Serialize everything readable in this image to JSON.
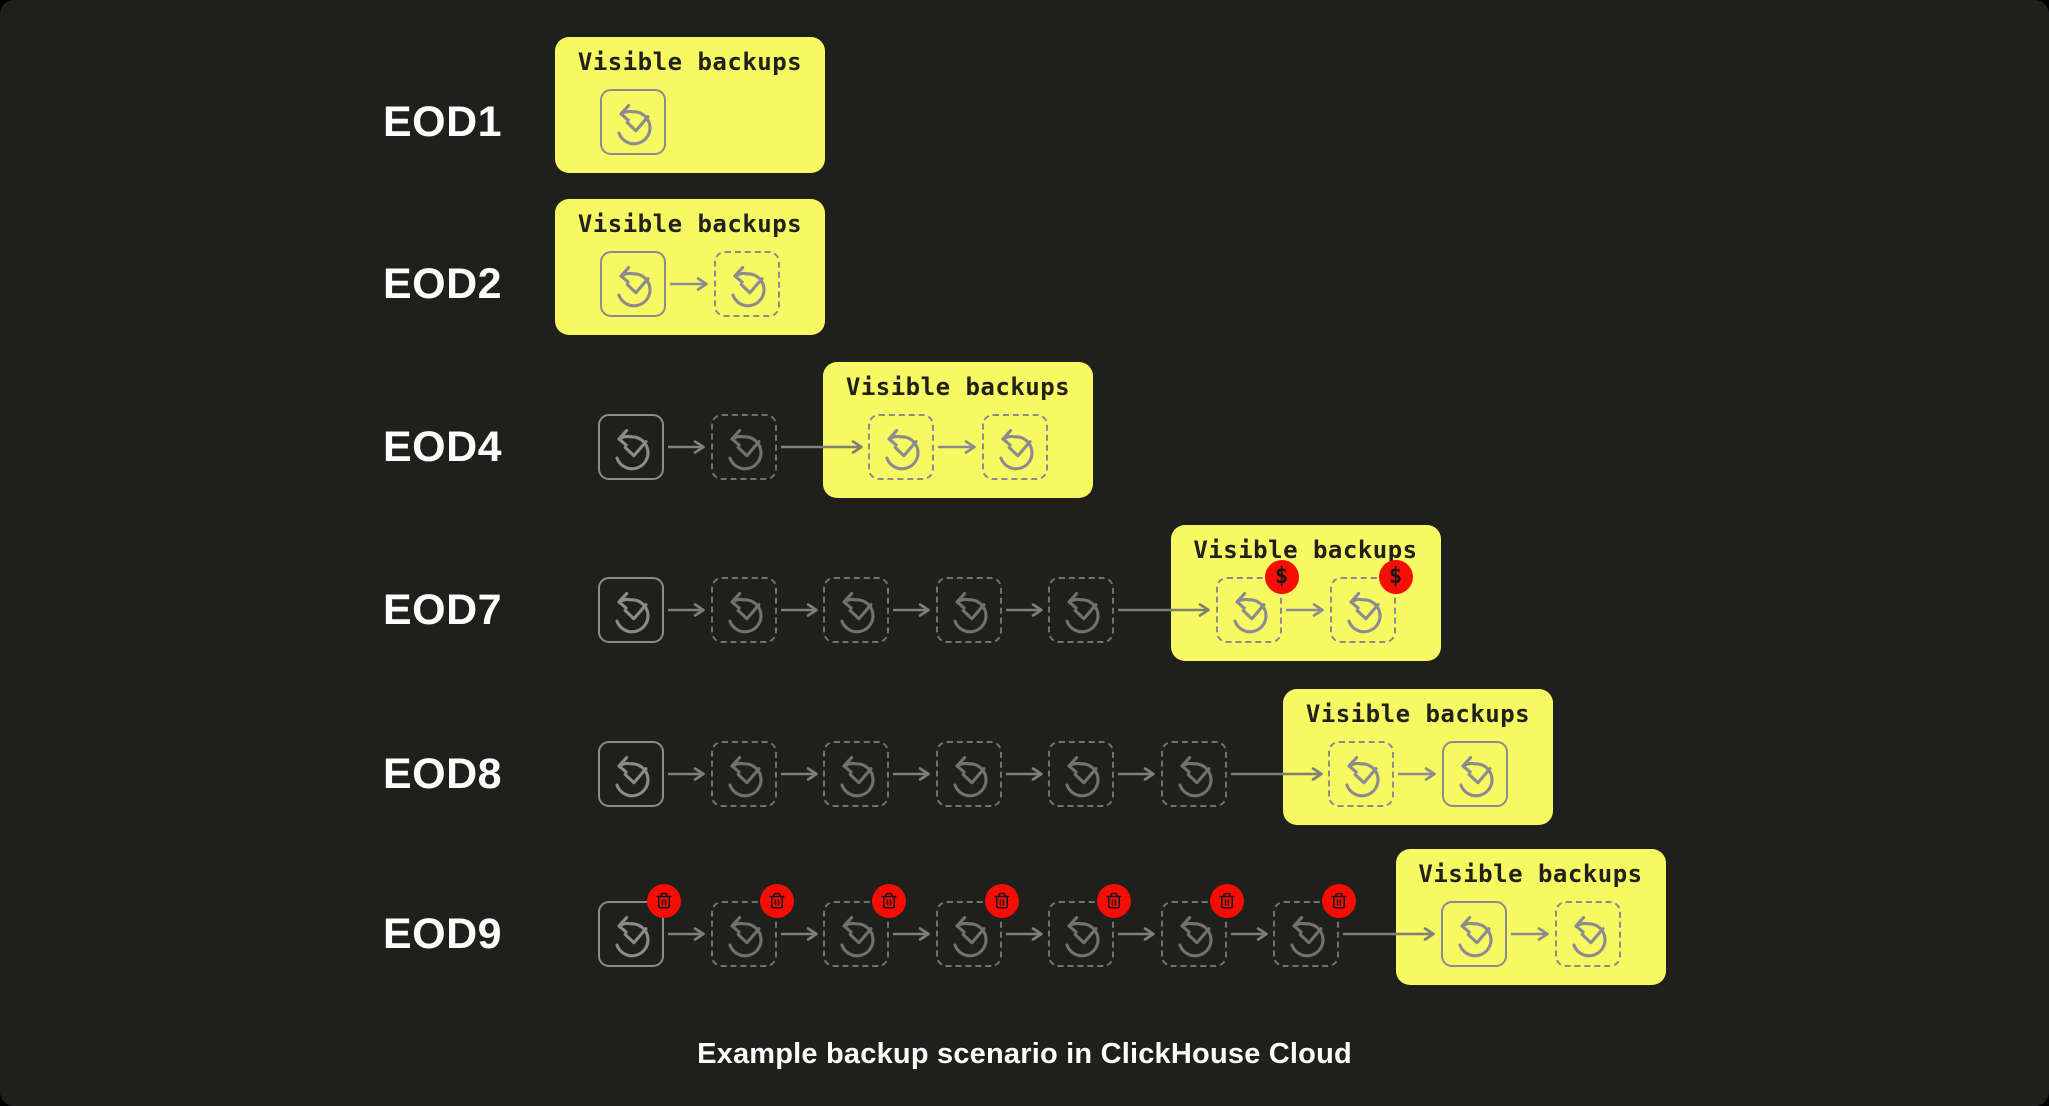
{
  "caption": "Example backup scenario in ClickHouse Cloud",
  "visible_backups_label": "Visible backups",
  "dollar_glyph": "$",
  "colors": {
    "background": "#1f1f1b",
    "highlight_yellow": "#f7f963",
    "badge_red": "#f60e06",
    "badge_glyph_dark": "#141414",
    "icon_solid_on_dark": "#8c8c84",
    "icon_dashed_on_dark": "#72726b",
    "icon_on_yellow": "#8b8b90",
    "arrow_on_dark": "#7f7f77",
    "arrow_on_yellow": "#8b8b90",
    "label_white": "#fcfcfc",
    "box_title_dark": "#21211b"
  },
  "rows": [
    {
      "label": "EOD1",
      "icons": [
        {
          "border": "solid",
          "zone": "box",
          "badge": null
        }
      ]
    },
    {
      "label": "EOD2",
      "icons": [
        {
          "border": "solid",
          "zone": "box",
          "badge": null
        },
        {
          "border": "dashed",
          "zone": "box",
          "badge": null
        }
      ]
    },
    {
      "label": "EOD4",
      "icons": [
        {
          "border": "solid",
          "zone": "out",
          "badge": null
        },
        {
          "border": "dashed",
          "zone": "out",
          "badge": null
        },
        {
          "border": "dashed",
          "zone": "box",
          "badge": null
        },
        {
          "border": "dashed",
          "zone": "box",
          "badge": null
        }
      ]
    },
    {
      "label": "EOD7",
      "icons": [
        {
          "border": "solid",
          "zone": "out",
          "badge": null
        },
        {
          "border": "dashed",
          "zone": "out",
          "badge": null
        },
        {
          "border": "dashed",
          "zone": "out",
          "badge": null
        },
        {
          "border": "dashed",
          "zone": "out",
          "badge": null
        },
        {
          "border": "dashed",
          "zone": "out",
          "badge": null
        },
        {
          "border": "dashed",
          "zone": "box",
          "badge": "dollar"
        },
        {
          "border": "dashed",
          "zone": "box",
          "badge": "dollar"
        }
      ]
    },
    {
      "label": "EOD8",
      "icons": [
        {
          "border": "solid",
          "zone": "out",
          "badge": null
        },
        {
          "border": "dashed",
          "zone": "out",
          "badge": null
        },
        {
          "border": "dashed",
          "zone": "out",
          "badge": null
        },
        {
          "border": "dashed",
          "zone": "out",
          "badge": null
        },
        {
          "border": "dashed",
          "zone": "out",
          "badge": null
        },
        {
          "border": "dashed",
          "zone": "out",
          "badge": null
        },
        {
          "border": "dashed",
          "zone": "box",
          "badge": null
        },
        {
          "border": "solid",
          "zone": "box",
          "badge": null
        }
      ]
    },
    {
      "label": "EOD9",
      "icons": [
        {
          "border": "solid",
          "zone": "out",
          "badge": "trash"
        },
        {
          "border": "dashed",
          "zone": "out",
          "badge": "trash"
        },
        {
          "border": "dashed",
          "zone": "out",
          "badge": "trash"
        },
        {
          "border": "dashed",
          "zone": "out",
          "badge": "trash"
        },
        {
          "border": "dashed",
          "zone": "out",
          "badge": "trash"
        },
        {
          "border": "dashed",
          "zone": "out",
          "badge": "trash"
        },
        {
          "border": "dashed",
          "zone": "out",
          "badge": "trash"
        },
        {
          "border": "solid",
          "zone": "box",
          "badge": null
        },
        {
          "border": "dashed",
          "zone": "box",
          "badge": null
        }
      ]
    }
  ]
}
